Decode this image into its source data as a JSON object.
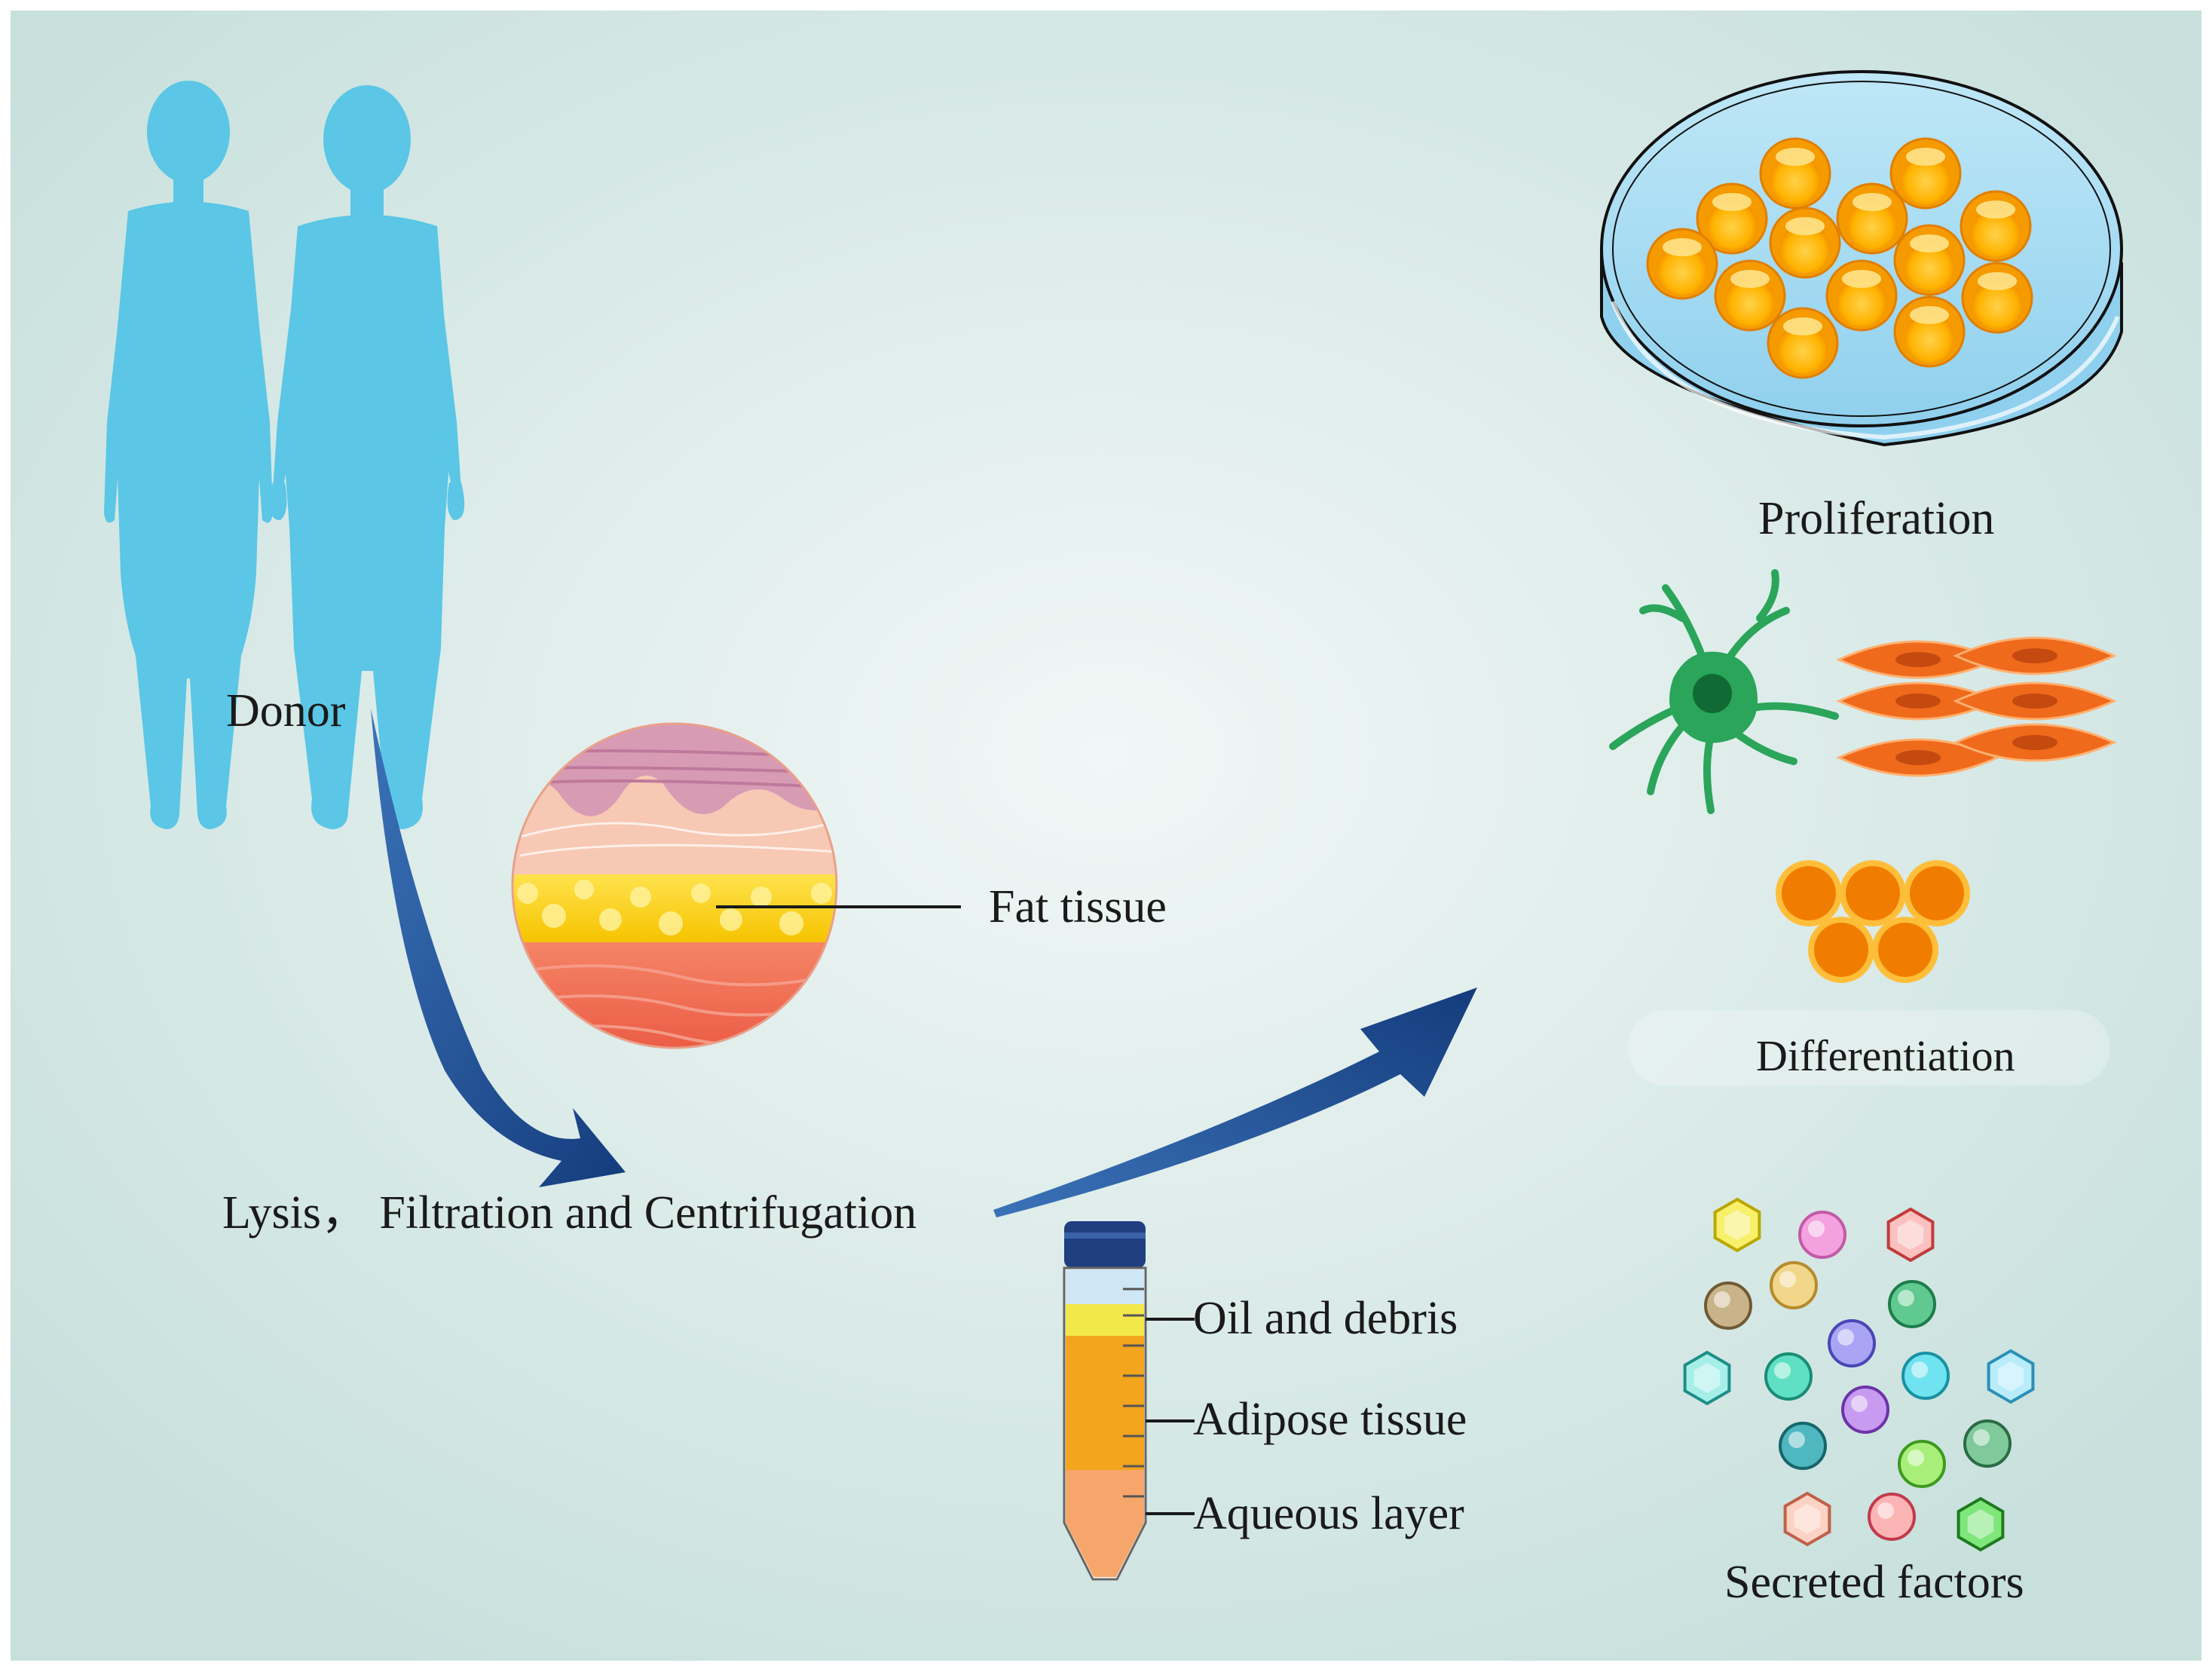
{
  "labels": {
    "donor": "Donor",
    "fat_tissue": "Fat tissue",
    "lysis_step": "Lysis，  Filtration and Centrifugation",
    "oil_debris": "Oil and debris",
    "adipose_tissue": "Adipose tissue",
    "aqueous_layer": "Aqueous layer",
    "proliferation": "Proliferation",
    "differentiation": "Differentiation",
    "secreted_factors": "Secreted factors"
  },
  "colors": {
    "background_center": "#f1f7f6",
    "background_edge": "#c7e0dc",
    "silhouette": "#5bc6e6",
    "arrow": "#1f4f96",
    "tube_cap": "#1f3f80",
    "oil_layer": "#f2e84a",
    "adipose_layer": "#f2a51d",
    "aqueous_layer": "#f6a66a",
    "dish_liquid": "#a9dcf1",
    "cell_yellow": "#ffb300",
    "neuron_green": "#2aa55a",
    "muscle_red": "#f06a1c"
  }
}
